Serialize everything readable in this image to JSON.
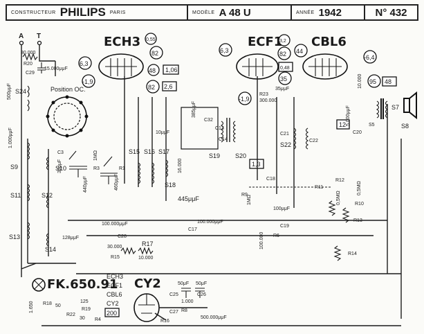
{
  "header": {
    "constructor_label": "CONSTRUCTEUR",
    "brand": "PHILIPS",
    "city": "PARIS",
    "model_label": "MODÈLE",
    "model": "A 48 U",
    "year_label": "ANNÉE",
    "year": "1942",
    "number": "N° 432"
  },
  "tubes": {
    "t1": "ECH3",
    "t2": "ECF1",
    "t3": "CBL6",
    "t4": "CY2"
  },
  "voltages": {
    "ech3_a": "0,55",
    "ech3_b": "82",
    "ech3_c": "6,3",
    "ech3_d": "48",
    "ech3_e": "1,06",
    "ech3_f": "82",
    "ech3_g": "2,6",
    "ech3_h": "-1,9",
    "ecf1_a": "6,3",
    "ecf1_b": "3,2",
    "ecf1_c": "82",
    "ecf1_d": "0,48",
    "ecf1_e": "35",
    "ecf1_f": "-1,9",
    "cbl6_a": "44",
    "cbl6_b": "-6,4",
    "cbl6_c": "95",
    "cbl6_d": "48",
    "v_13": "1,3",
    "v_12": "12"
  },
  "antenna": {
    "a": "A",
    "t": "T"
  },
  "position": "Position OC.",
  "labels": {
    "r20": "R20",
    "r20v": "30.000",
    "c29": "C29",
    "c29v": "15.000μμF",
    "s24": "S24",
    "c500": "500μμF",
    "c1000": "1.000μμF",
    "s9": "S9",
    "s10": "S10",
    "s11": "S11",
    "s12": "S12",
    "s13": "S13",
    "s14": "S14",
    "c128": "128μμF",
    "c30": "30μμF",
    "c3": "C3",
    "c440": "440μμF",
    "r3": "R3",
    "c460": "460μμF",
    "r1": "R1",
    "meg1": "1MΩ",
    "s15": "S15",
    "s16": "S16",
    "s17": "S17",
    "s18": "S18",
    "c10": "10μμF",
    "c16000": "16.000",
    "c445": "445μμF",
    "c17": "C17",
    "c100k": "100.000μμF",
    "c28": "C28",
    "c100k2": "100.000μμF",
    "r15": "R15",
    "r15v": "30.000",
    "r17": "R17",
    "r17v": "10.000",
    "s19": "S19",
    "s20": "S20",
    "c385": "385μμF",
    "c32": "C32",
    "c13": "C13",
    "c14": "C14",
    "r23": "R23",
    "r23v": "300.000",
    "c35": "35μμF",
    "c22": "C22",
    "c21": "C21",
    "s22": "S22",
    "r9": "R9",
    "meg1b": "1MΩ",
    "c18": "C18",
    "c100a": "100μμF",
    "c19": "C19",
    "r6": "R6",
    "r6v": "100.000",
    "r11": "R11",
    "r12": "R12",
    "r12v": "0,5MΩ",
    "r10": "R10",
    "r10v": "0,5MΩ",
    "r13": "R13",
    "r14": "R14",
    "c5000": "5.000μμF",
    "c20": "C20",
    "s7": "S7",
    "s8": "S8",
    "s5": "S5",
    "r3v": "10.000",
    "fk": "FK.650.91",
    "ech3r": "ECH3",
    "ecf1r": "ECF1",
    "cbl6r": "CBL6",
    "cy2r": "CY2",
    "v200": "200",
    "r22": "R22",
    "r19": "R19",
    "r4": "R4",
    "r18": "R18",
    "v50": "50",
    "v125": "125",
    "v30": "30",
    "v1650": "1.650",
    "c25": "C25",
    "c26": "C26",
    "c50a": "50μF",
    "c50b": "50μF",
    "r8": "R8",
    "c1000b": "1.000",
    "c27": "C27",
    "c500k": "500.000μμF",
    "r16": "R16"
  }
}
